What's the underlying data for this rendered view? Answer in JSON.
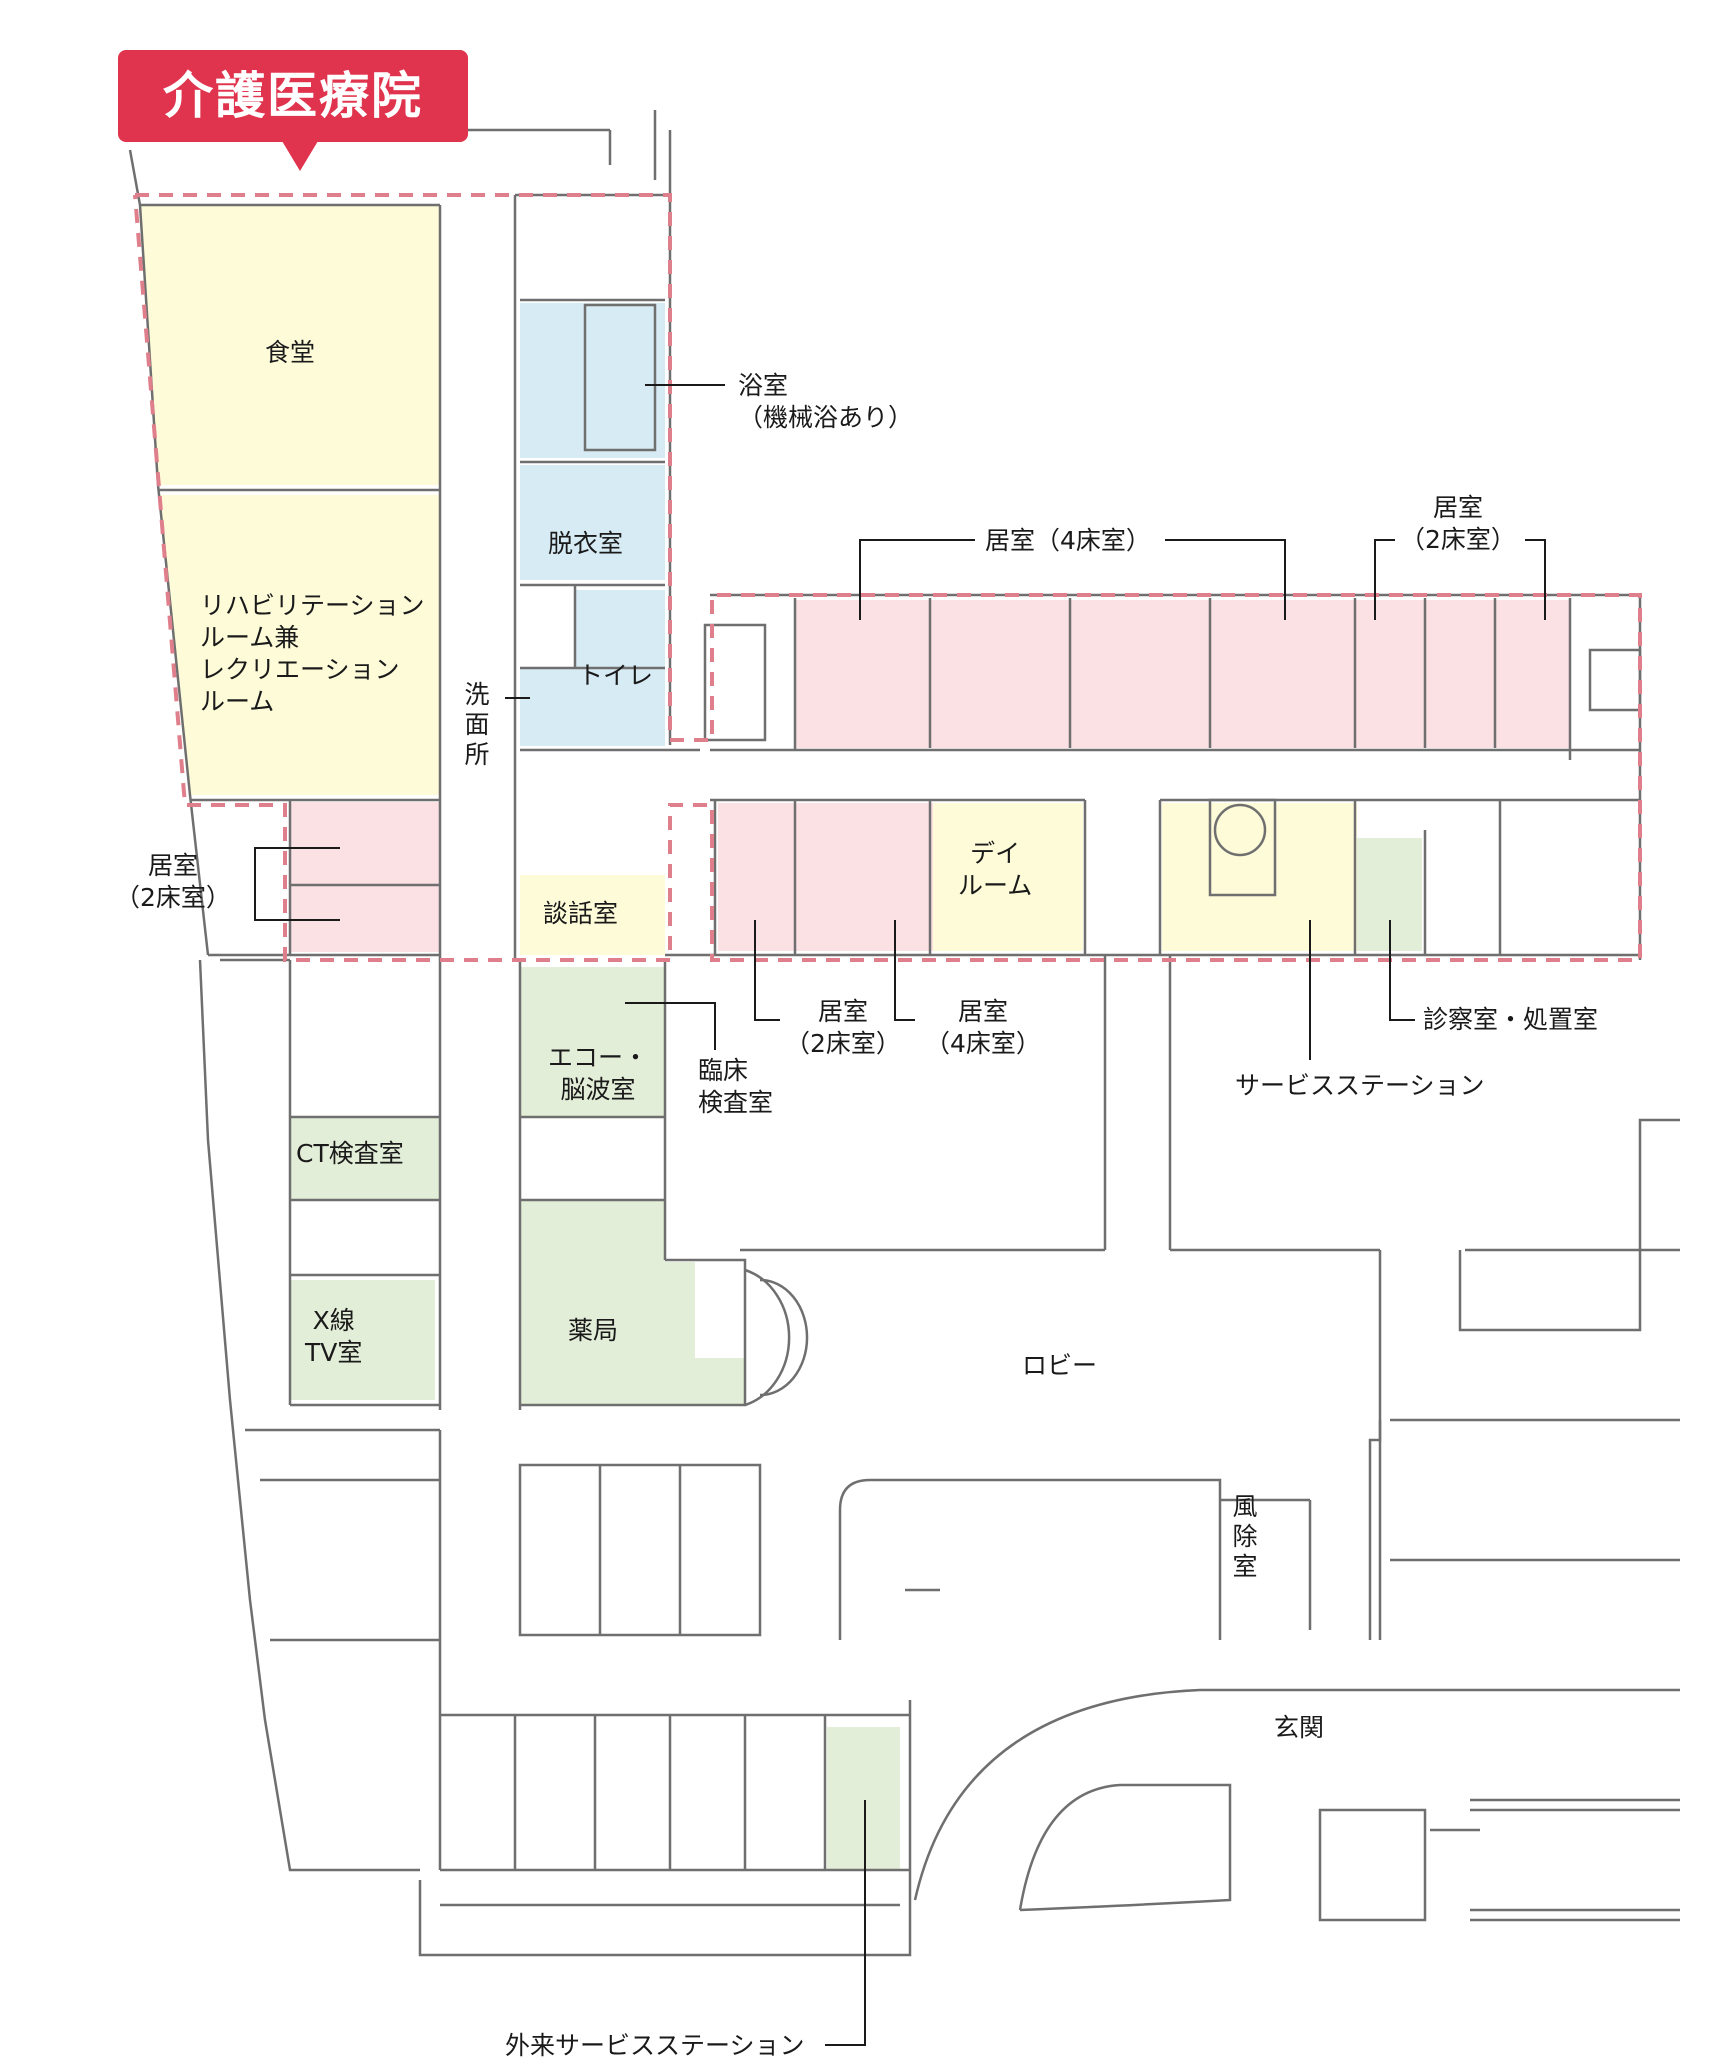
{
  "badge": {
    "text": "介護医療院",
    "color": "#e0334d"
  },
  "colors": {
    "yellow": "#fdfbd8",
    "pink": "#fbe1e4",
    "blue": "#d6ebf3",
    "green": "#e3eed8",
    "wall": "#6f6f6f",
    "boundary": "#e07f8c"
  },
  "labels": {
    "dining": "食堂",
    "rehab": "リハビリテーション\nルーム兼\nレクリエーション\nルーム",
    "bath": "浴室\n（機械浴あり）",
    "changing": "脱衣室",
    "toilet": "トイレ",
    "washroom": "洗\n面\n所",
    "room2_left": "居室\n（2床室）",
    "talk_room": "談話室",
    "room4_top": "居室（4床室）",
    "room2_top": "居室\n（2床室）",
    "day_room": "デイ\nルーム",
    "room2_bottom": "居室\n（2床室）",
    "room4_bottom": "居室\n（4床室）",
    "exam_room": "診察室・処置室",
    "service_station": "サービスステーション",
    "echo_eeg": "エコー・\n脳波室",
    "clinical_lab": "臨床\n検査室",
    "ct": "CT検査室",
    "xray": "X線\nTV室",
    "pharmacy": "薬局",
    "lobby": "ロビー",
    "windbreak": "風\n除\n室",
    "entrance": "玄関",
    "outpatient_station": "外来サービスステーション"
  }
}
